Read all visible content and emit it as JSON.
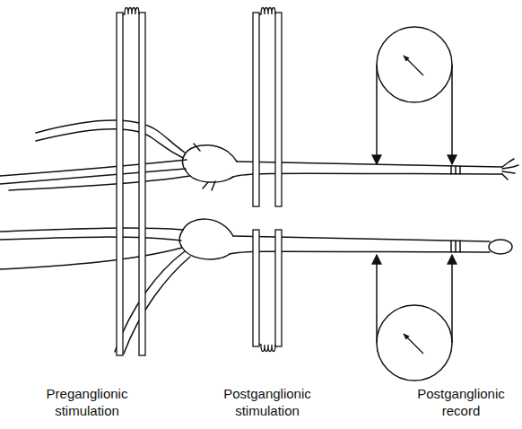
{
  "diagram": {
    "labels": [
      "Preganglionic stimulation",
      "Postganglionic stimulation",
      "Postganglionic record"
    ]
  }
}
